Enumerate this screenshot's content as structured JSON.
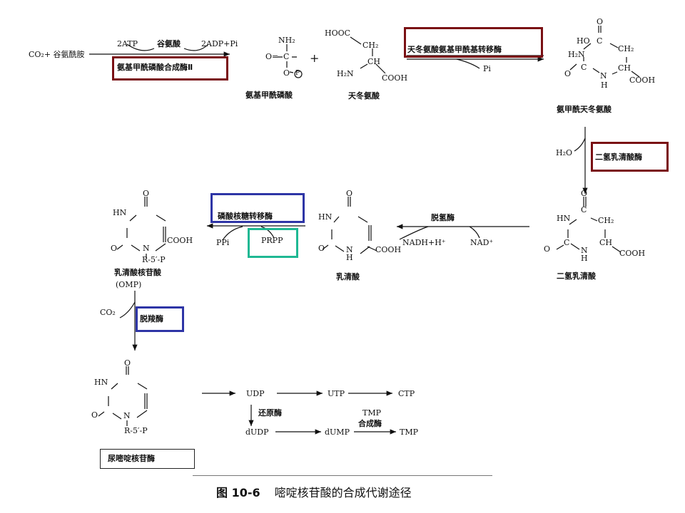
{
  "step1": {
    "substrates": "CO₂+ 谷氨酰胺",
    "in_cofactor": "2ATP",
    "glutamate": "谷氨酸",
    "out_cofactor": "2ADP+Pi",
    "enzyme": "氨基甲酰磷酸合成酶Ⅱ"
  },
  "carbamoyl_phosphate": {
    "name": "氨基甲酰磷酸",
    "nh2": "NH₂",
    "o": "O=",
    "c": "C",
    "o2": "O",
    "p": "P"
  },
  "plus": "+",
  "aspartate": {
    "name": "天冬氨酸",
    "hooc": "HOOC",
    "ch2": "CH₂",
    "h2n": "H₂N",
    "ch": "CH",
    "cooh": "COOH"
  },
  "step2": {
    "enzyme": "天冬氨酸氨基甲酰基转移酶",
    "byproduct": "Pi"
  },
  "carbamoyl_aspartate": {
    "name": "氨甲酰天冬氨酸",
    "ho": "HO",
    "c": "C",
    "o": "O",
    "h2n": "H₂N",
    "ch2": "CH₂",
    "n": "N",
    "h": "H",
    "ch": "CH",
    "cooh": "COOH"
  },
  "step3": {
    "water": "H₂O",
    "enzyme": "二氢乳清酸酶"
  },
  "dihydroorotate": {
    "name": "二氢乳清酸",
    "hn": "HN",
    "c": "C",
    "o": "O",
    "ch2": "CH₂",
    "n": "N",
    "h": "H",
    "ch": "CH",
    "cooh": "COOH"
  },
  "step4": {
    "enzyme": "脱氢酶",
    "nadh": "NADH+H⁺",
    "nad": "NAD⁺"
  },
  "orotate": {
    "name": "乳清酸",
    "o": "O",
    "hn": "HN",
    "n": "N",
    "h": "H",
    "cooh": "COOH"
  },
  "step5": {
    "enzyme": "磷酸核糖转移酶",
    "ppi": "PPi",
    "prpp": "PRPP"
  },
  "omp": {
    "name": "乳清酸核苷酸",
    "abbr": "(OMP)",
    "o": "O",
    "hn": "HN",
    "n": "N",
    "r": "R-5′-P",
    "cooh": "COOH"
  },
  "step6": {
    "co2": "CO₂",
    "enzyme": "脱羧酶"
  },
  "ump": {
    "o": "O",
    "hn": "HN",
    "n": "N",
    "r": "R-5′-P",
    "name": "尿嘧啶核苷酶"
  },
  "downstream": {
    "udp": "UDP",
    "utp": "UTP",
    "ctp": "CTP",
    "reductase": "还原酶",
    "dudp": "dUDP",
    "dump": "dUMP",
    "tmp_label": "TMP",
    "synthase": "合成酶",
    "tmp": "TMP"
  },
  "caption": {
    "figure": "图 10-6",
    "title": "嘧啶核苷酸的合成代谢途径"
  }
}
